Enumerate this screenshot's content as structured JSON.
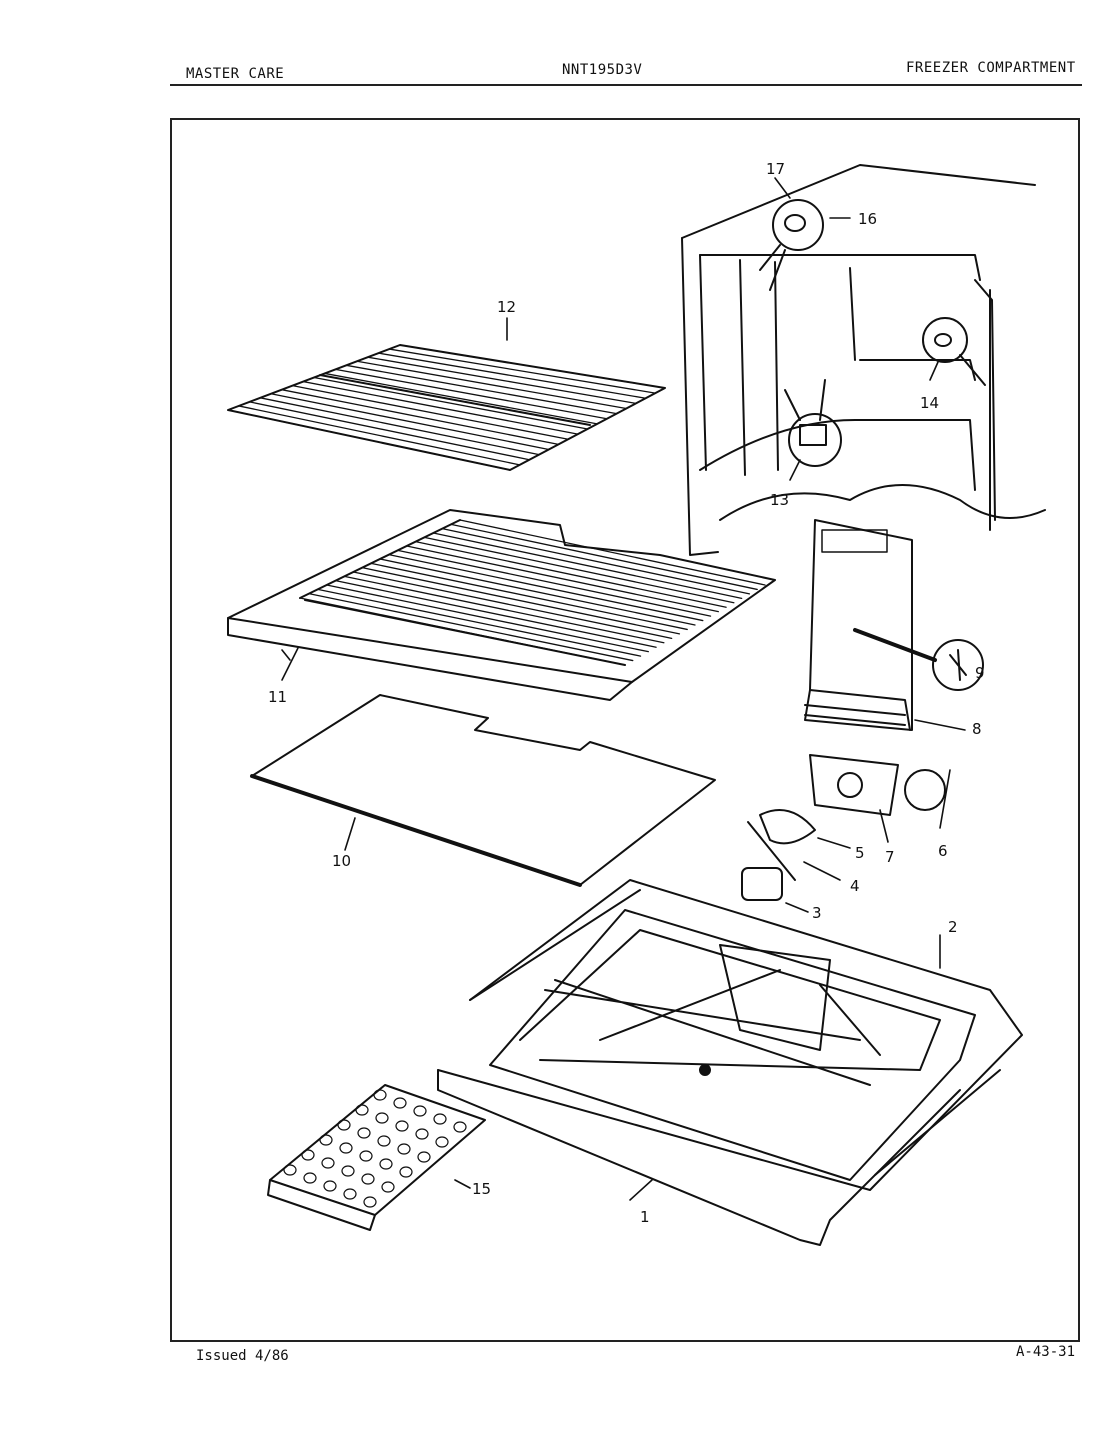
{
  "header": {
    "left": "MASTER CARE",
    "center": "NNT195D3V",
    "right": "FREEZER COMPARTMENT"
  },
  "footer": {
    "left": "Issued 4/86",
    "right": "A-43-31"
  },
  "callouts": [
    "1",
    "2",
    "3",
    "4",
    "5",
    "6",
    "7",
    "8",
    "9",
    "10",
    "11",
    "12",
    "13",
    "14",
    "15",
    "16",
    "17"
  ]
}
